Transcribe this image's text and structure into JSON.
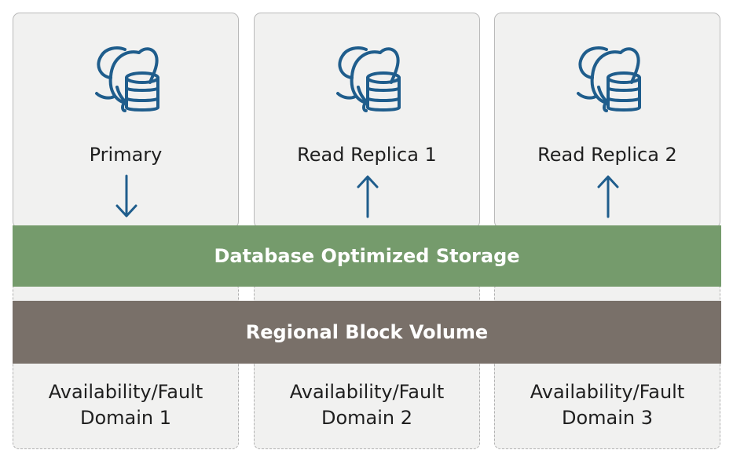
{
  "nodes": [
    {
      "label": "Primary",
      "arrow": "down"
    },
    {
      "label": "Read Replica 1",
      "arrow": "up"
    },
    {
      "label": "Read Replica 2",
      "arrow": "up"
    }
  ],
  "storage_band": {
    "label": "Database Optimized Storage",
    "color": "#759b6c"
  },
  "volume_band": {
    "label": "Regional Block Volume",
    "color": "#797069"
  },
  "domains": [
    {
      "line1": "Availability/Fault",
      "line2": "Domain 1"
    },
    {
      "line1": "Availability/Fault",
      "line2": "Domain 2"
    },
    {
      "line1": "Availability/Fault",
      "line2": "Domain 3"
    }
  ],
  "colors": {
    "icon": "#1f5d8c",
    "arrow": "#1f5d8c",
    "box_bg": "#f1f1f0"
  },
  "icons": {
    "node": "postgresql-elephant-database-icon"
  }
}
